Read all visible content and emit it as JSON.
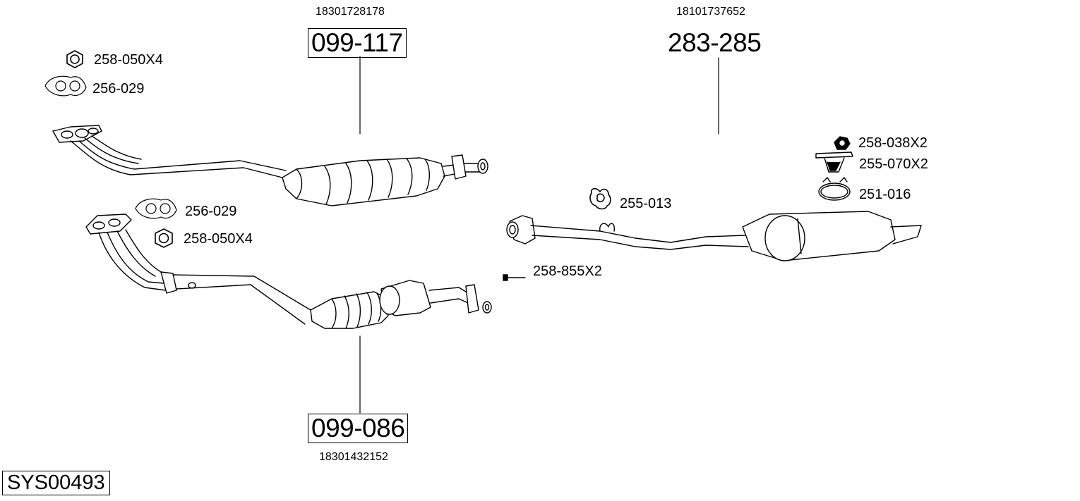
{
  "diagram": {
    "system_code": "SYS00493",
    "main_parts": [
      {
        "id": "front_pipe_upper",
        "part_number": "099-117",
        "oem_number": "18301728178",
        "boxed": true
      },
      {
        "id": "front_pipe_lower",
        "part_number": "099-086",
        "oem_number": "18301432152",
        "boxed": true
      },
      {
        "id": "rear_silencer",
        "part_number": "283-285",
        "oem_number": "18101737652",
        "boxed": false
      }
    ],
    "accessories": [
      {
        "id": "nut_upper",
        "part_number": "258-050X4",
        "icon": "hex-nut-icon"
      },
      {
        "id": "gasket_upper",
        "part_number": "256-029",
        "icon": "gasket-icon"
      },
      {
        "id": "gasket_lower",
        "part_number": "256-029",
        "icon": "gasket-icon"
      },
      {
        "id": "nut_lower",
        "part_number": "258-050X4",
        "icon": "hex-nut-icon"
      },
      {
        "id": "bolt",
        "part_number": "258-855X2",
        "icon": "bolt-icon"
      },
      {
        "id": "rubber_mount",
        "part_number": "255-013",
        "icon": "rubber-mount-icon"
      },
      {
        "id": "flange_nut",
        "part_number": "258-038X2",
        "icon": "flange-nut-icon"
      },
      {
        "id": "hanger",
        "part_number": "255-070X2",
        "icon": "hanger-bracket-icon"
      },
      {
        "id": "clamp",
        "part_number": "251-016",
        "icon": "clamp-ring-icon"
      }
    ]
  }
}
